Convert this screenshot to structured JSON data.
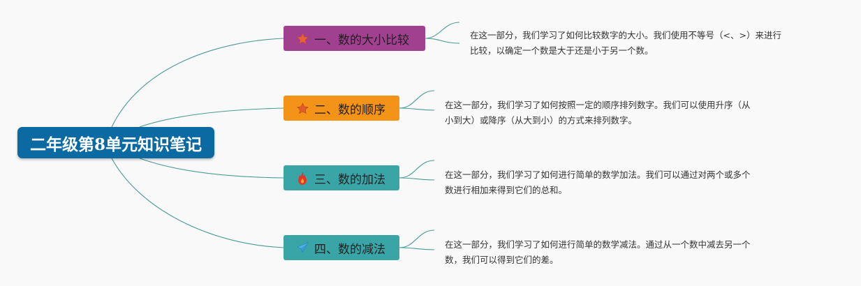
{
  "root": {
    "title": "二年级第8单元知识笔记",
    "color": "#0b6aa2"
  },
  "branches": [
    {
      "label": "一、数的大小比较",
      "icon": "star-icon",
      "color": "#a0408f",
      "description_lines": [
        "在这一部分，我们学习了如何比较数字的大小。我们使用不等号（<、>）来进行",
        "比较，以确定一个数是大于还是小于另一个数。"
      ]
    },
    {
      "label": "二、数的顺序",
      "icon": "star-icon",
      "color": "#f39419",
      "description_lines": [
        "在这一部分，我们学习了如何按照一定的顺序排列数字。我们可以使用升序（从",
        "小到大）或降序（从大到小）的方式来排列数字。"
      ]
    },
    {
      "label": "三、数的加法",
      "icon": "fire-icon",
      "color": "#3aa5a7",
      "description_lines": [
        "在这一部分，我们学习了如何进行简单的数学加法。我们可以通过对两个或多个",
        "数进行相加来得到它们的总和。"
      ]
    },
    {
      "label": "四、数的减法",
      "icon": "paper-plane-icon",
      "color": "#3aa5a7",
      "description_lines": [
        "在这一部分，我们学习了如何进行简单的数学减法。通过从一个数中减去另一个",
        "数，我们可以得到它们的差。"
      ]
    }
  ],
  "connector_color": "#4a9a92"
}
